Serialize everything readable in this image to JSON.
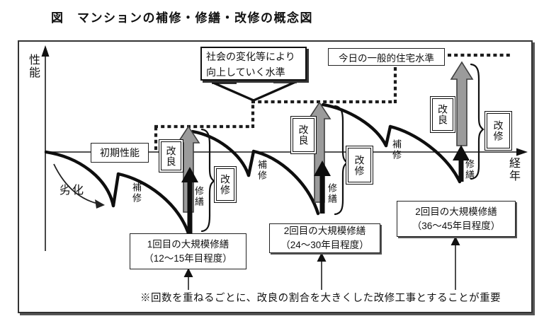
{
  "title": "図　マンションの補修・修繕・改修の概念図",
  "axes": {
    "y": "性能",
    "x": "経年"
  },
  "labels": {
    "initial_performance": "初期性能",
    "deterioration": "劣化",
    "repair": "補修",
    "restoration": "修繕",
    "improvement": "改良",
    "renovation": "改修"
  },
  "standard_boxes": {
    "rising_line1": "社会の変化等により",
    "rising_line2": "向上していく水準",
    "today": "今日の一般的住宅水準"
  },
  "callouts": [
    {
      "line1": "1回目の大規模修繕",
      "line2": "（12～15年目程度）"
    },
    {
      "line1": "2回目の大規模修繕",
      "line2": "（24～30年目程度）"
    },
    {
      "line1": "2回目の大規模修繕",
      "line2": "（36～45年目程度）"
    }
  ],
  "note": "※回数を重ねるごとに、改良の割合を大きくした改修工事とすることが重要",
  "colors": {
    "improvement_arrow_fill": "#9b9b9b",
    "improvement_arrow_stroke": "#3f3f3f",
    "ink": "#111111"
  }
}
